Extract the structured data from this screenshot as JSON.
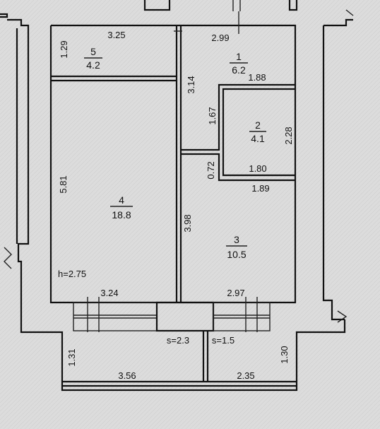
{
  "rooms": [
    {
      "number": "1",
      "area": "6.2"
    },
    {
      "number": "2",
      "area": "4.1"
    },
    {
      "number": "3",
      "area": "10.5"
    },
    {
      "number": "4",
      "area": "18.8"
    },
    {
      "number": "5",
      "area": "4.2"
    }
  ],
  "dimensions": {
    "d325": "3.25",
    "d129": "1.29",
    "d299": "2.99",
    "d188": "1.88",
    "d314": "3.14",
    "d167": "1.67",
    "d228": "2.28",
    "d072": "0.72",
    "d180": "1.80",
    "d189": "1.89",
    "d581": "5.81",
    "d398": "3.98",
    "d324": "3.24",
    "d297": "2.97",
    "d131": "1.31",
    "d130": "1.30",
    "d356": "3.56",
    "d235": "2.35"
  },
  "notes": {
    "height": "h=2.75",
    "balcony_left_area": "s=2.3",
    "balcony_right_area": "s=1.5"
  }
}
